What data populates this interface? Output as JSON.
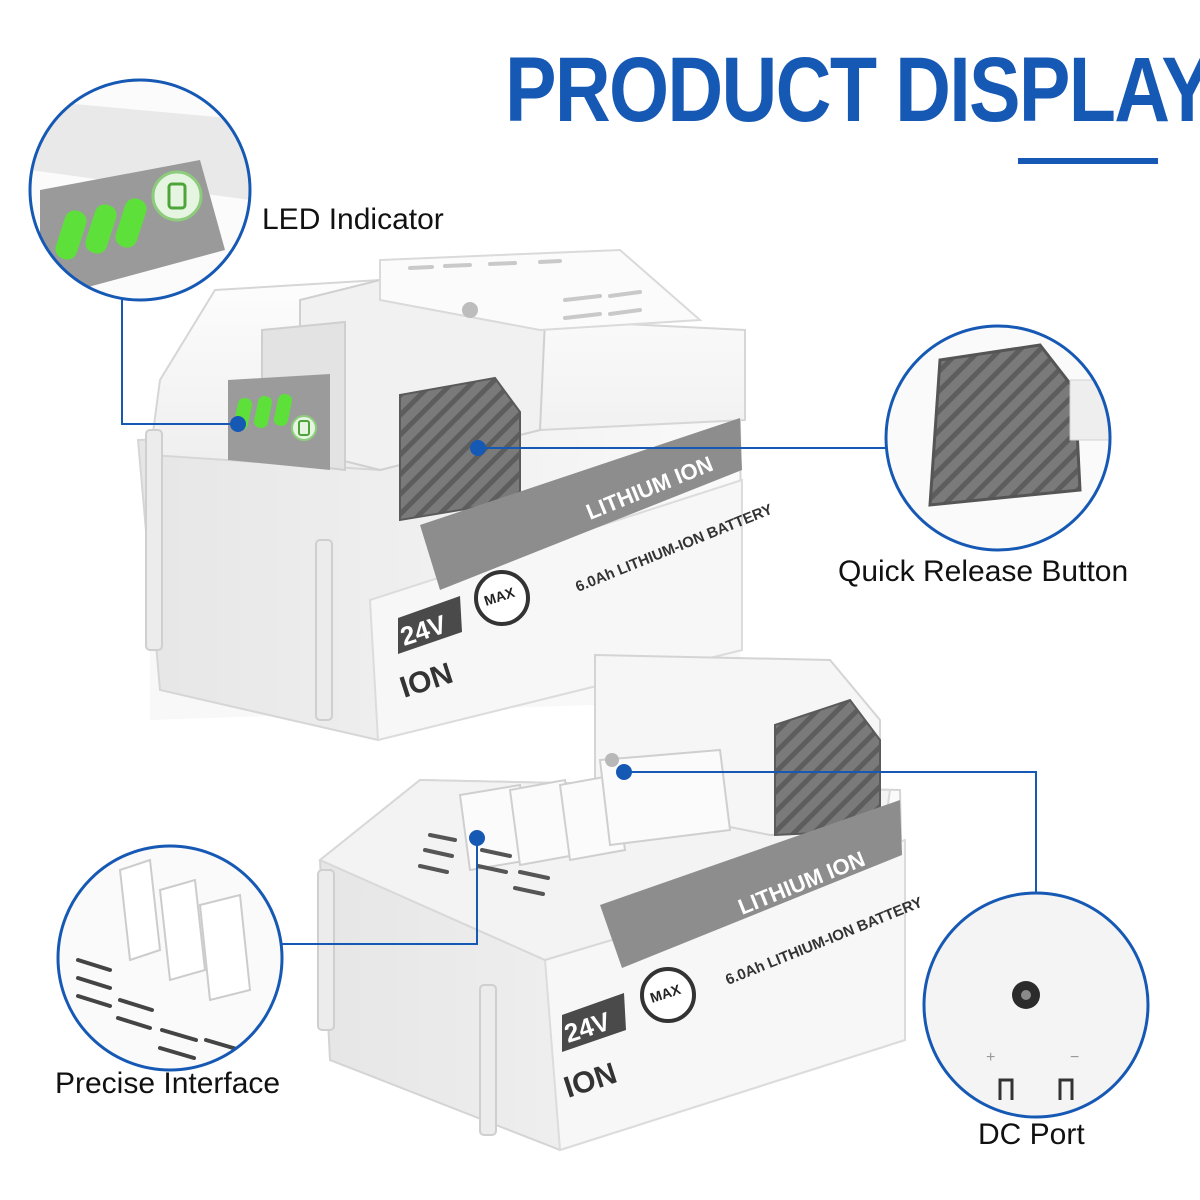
{
  "heading": {
    "title": "PRODUCT DISPLAY"
  },
  "callouts": {
    "led": "LED Indicator",
    "quick_release": "Quick Release Button",
    "interface": "Precise Interface",
    "dc_port": "DC Port"
  },
  "battery_label": {
    "chemistry": "LITHIUM ION",
    "capacity": "6.0Ah LITHIUM-ION BATTERY",
    "voltage": "24V",
    "max": "MAX",
    "brand": "ION"
  },
  "dc_polarity": {
    "plus": "+",
    "minus": "−"
  },
  "colors": {
    "accent_blue": "#1659b5",
    "led_green": "#5ee03a",
    "body_white": "#f4f4f4",
    "button_gray": "#7c7c7c",
    "label_gray": "#8d8d8d"
  },
  "icons": [
    "battery-icon",
    "led-indicator-icon",
    "release-button-icon",
    "dc-port-icon",
    "vent-icon"
  ]
}
